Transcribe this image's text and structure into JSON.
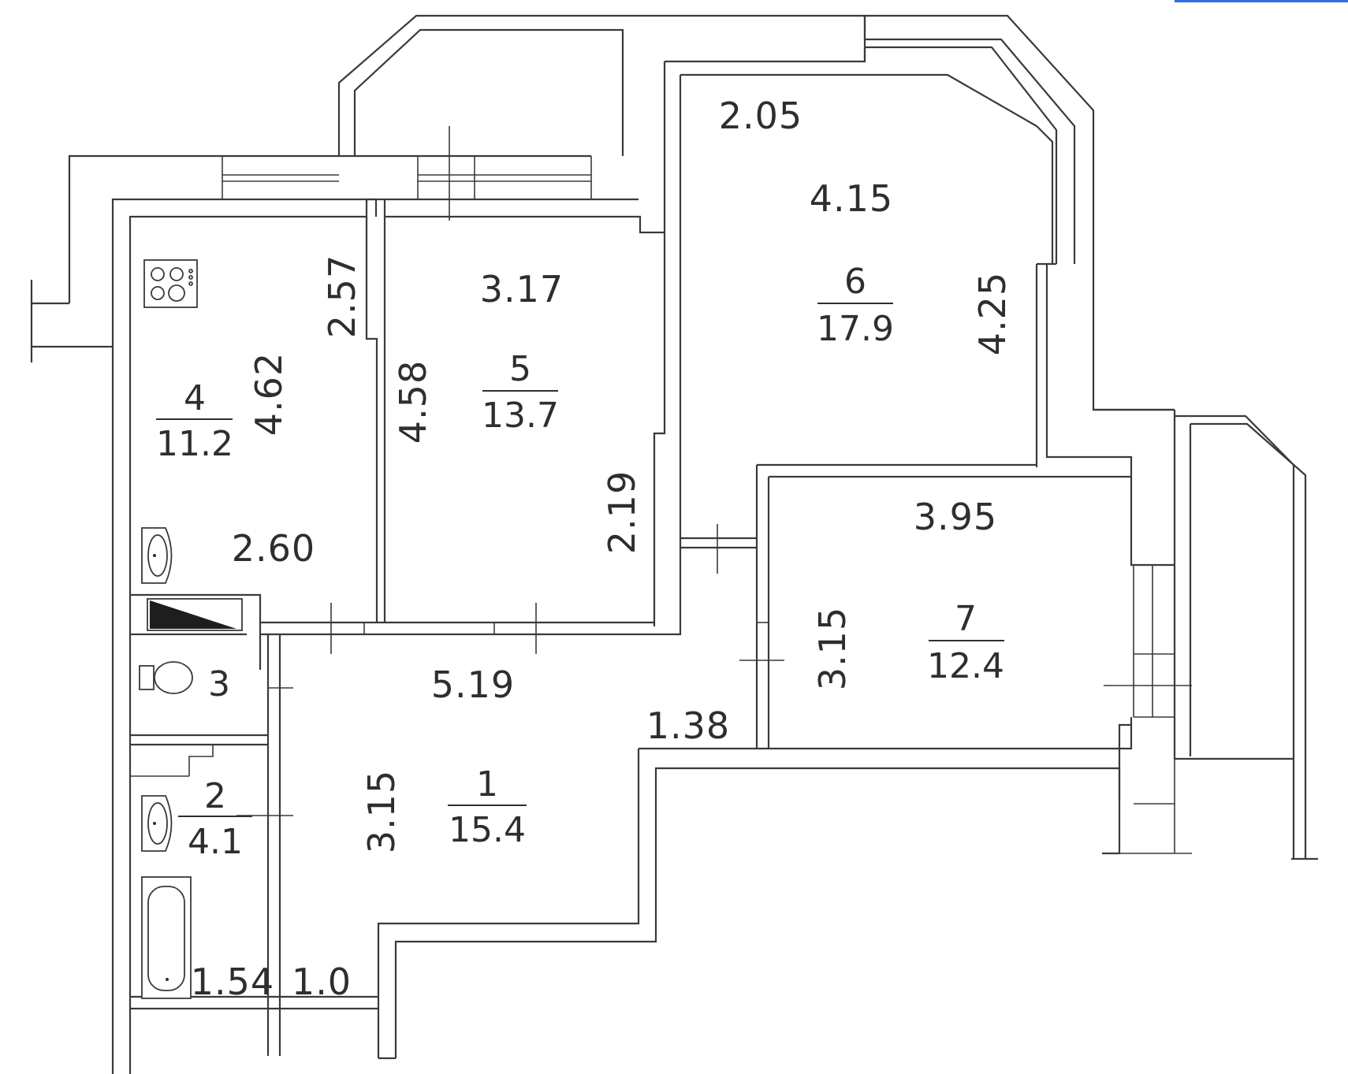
{
  "rooms": [
    {
      "number": "1",
      "area": "15.4"
    },
    {
      "number": "2",
      "area": "4.1"
    },
    {
      "number": "3"
    },
    {
      "number": "4",
      "area": "11.2"
    },
    {
      "number": "5",
      "area": "13.7"
    },
    {
      "number": "6",
      "area": "17.9"
    },
    {
      "number": "7",
      "area": "12.4"
    }
  ],
  "dimensions": {
    "d_2_05": "2.05",
    "d_4_15": "4.15",
    "d_4_25": "4.25",
    "d_3_17": "3.17",
    "d_2_57": "2.57",
    "d_4_58": "4.58",
    "d_4_62": "4.62",
    "d_2_19": "2.19",
    "d_2_60": "2.60",
    "d_3_95": "3.95",
    "d_3_15_room7": "3.15",
    "d_5_19": "5.19",
    "d_1_38": "1.38",
    "d_3_15_hall": "3.15",
    "d_1_54": "1.54",
    "d_1_0": "1.0"
  },
  "accent_color": "#2f6fe0"
}
